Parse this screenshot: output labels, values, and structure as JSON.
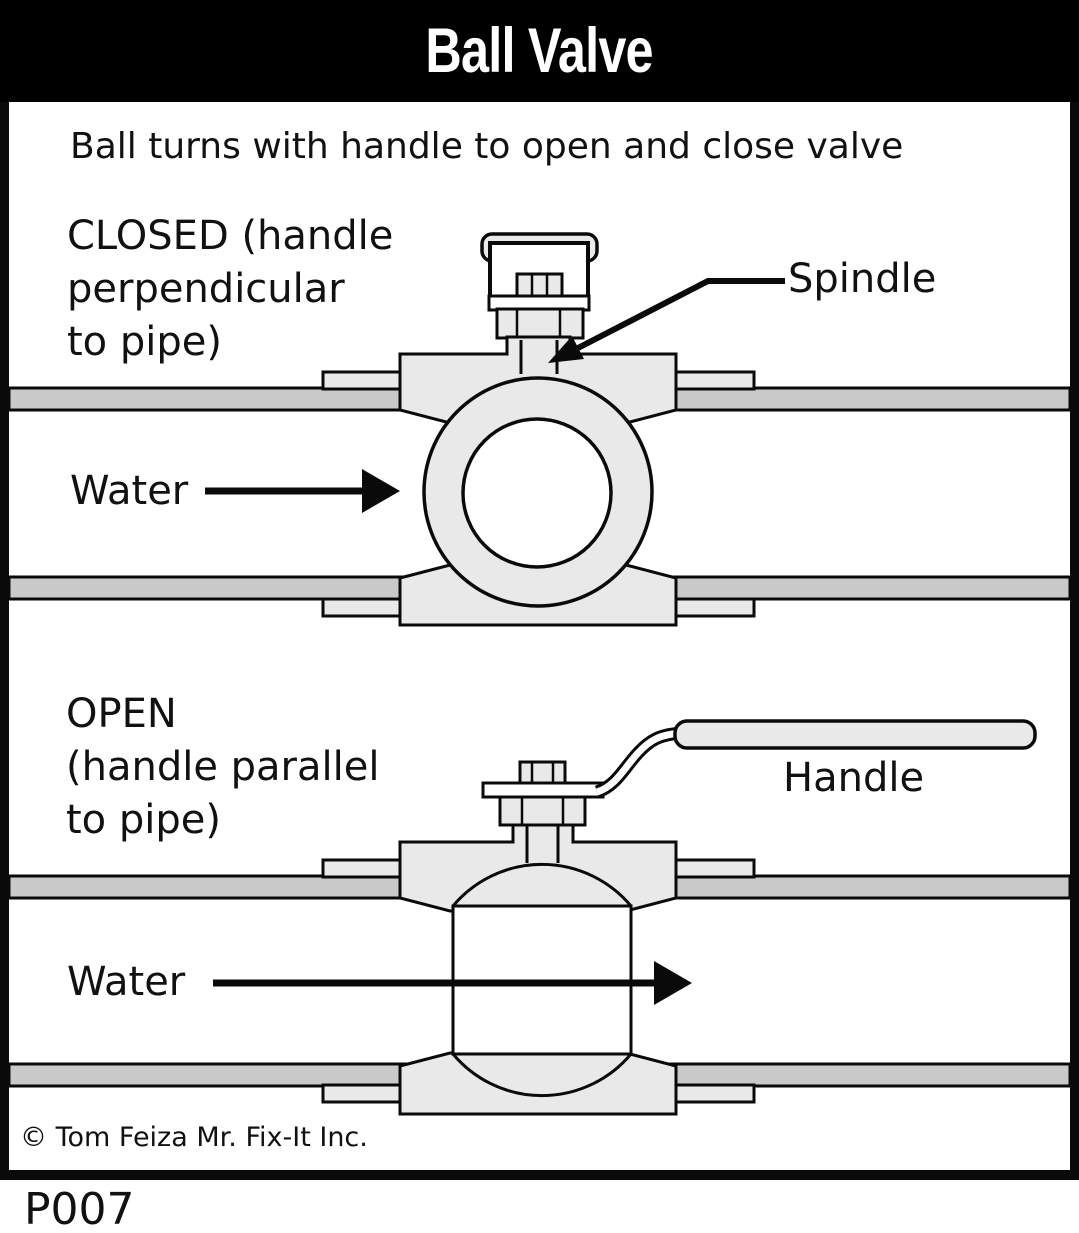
{
  "title": "Ball Valve",
  "subtitle": "Ball turns with handle to open and close valve",
  "closed_diagram": {
    "state_label_line1": "CLOSED  (handle",
    "state_label_line2": "perpendicular",
    "state_label_line3": "to pipe)",
    "water_label": "Water",
    "spindle_label": "Spindle"
  },
  "open_diagram": {
    "state_label_line1": "OPEN",
    "state_label_line2": "(handle parallel",
    "state_label_line3": "to pipe)",
    "water_label": "Water",
    "handle_label": "Handle"
  },
  "footer": {
    "copyright": "© Tom Feiza Mr. Fix-It Inc.",
    "figure_id": "P007"
  },
  "colors": {
    "pipe_gray": "#c9c9c9",
    "body_gray": "#e9e9e9",
    "outline": "#0a0a0a",
    "title_bg": "#000000",
    "title_fg": "#ffffff",
    "text": "#111111"
  }
}
